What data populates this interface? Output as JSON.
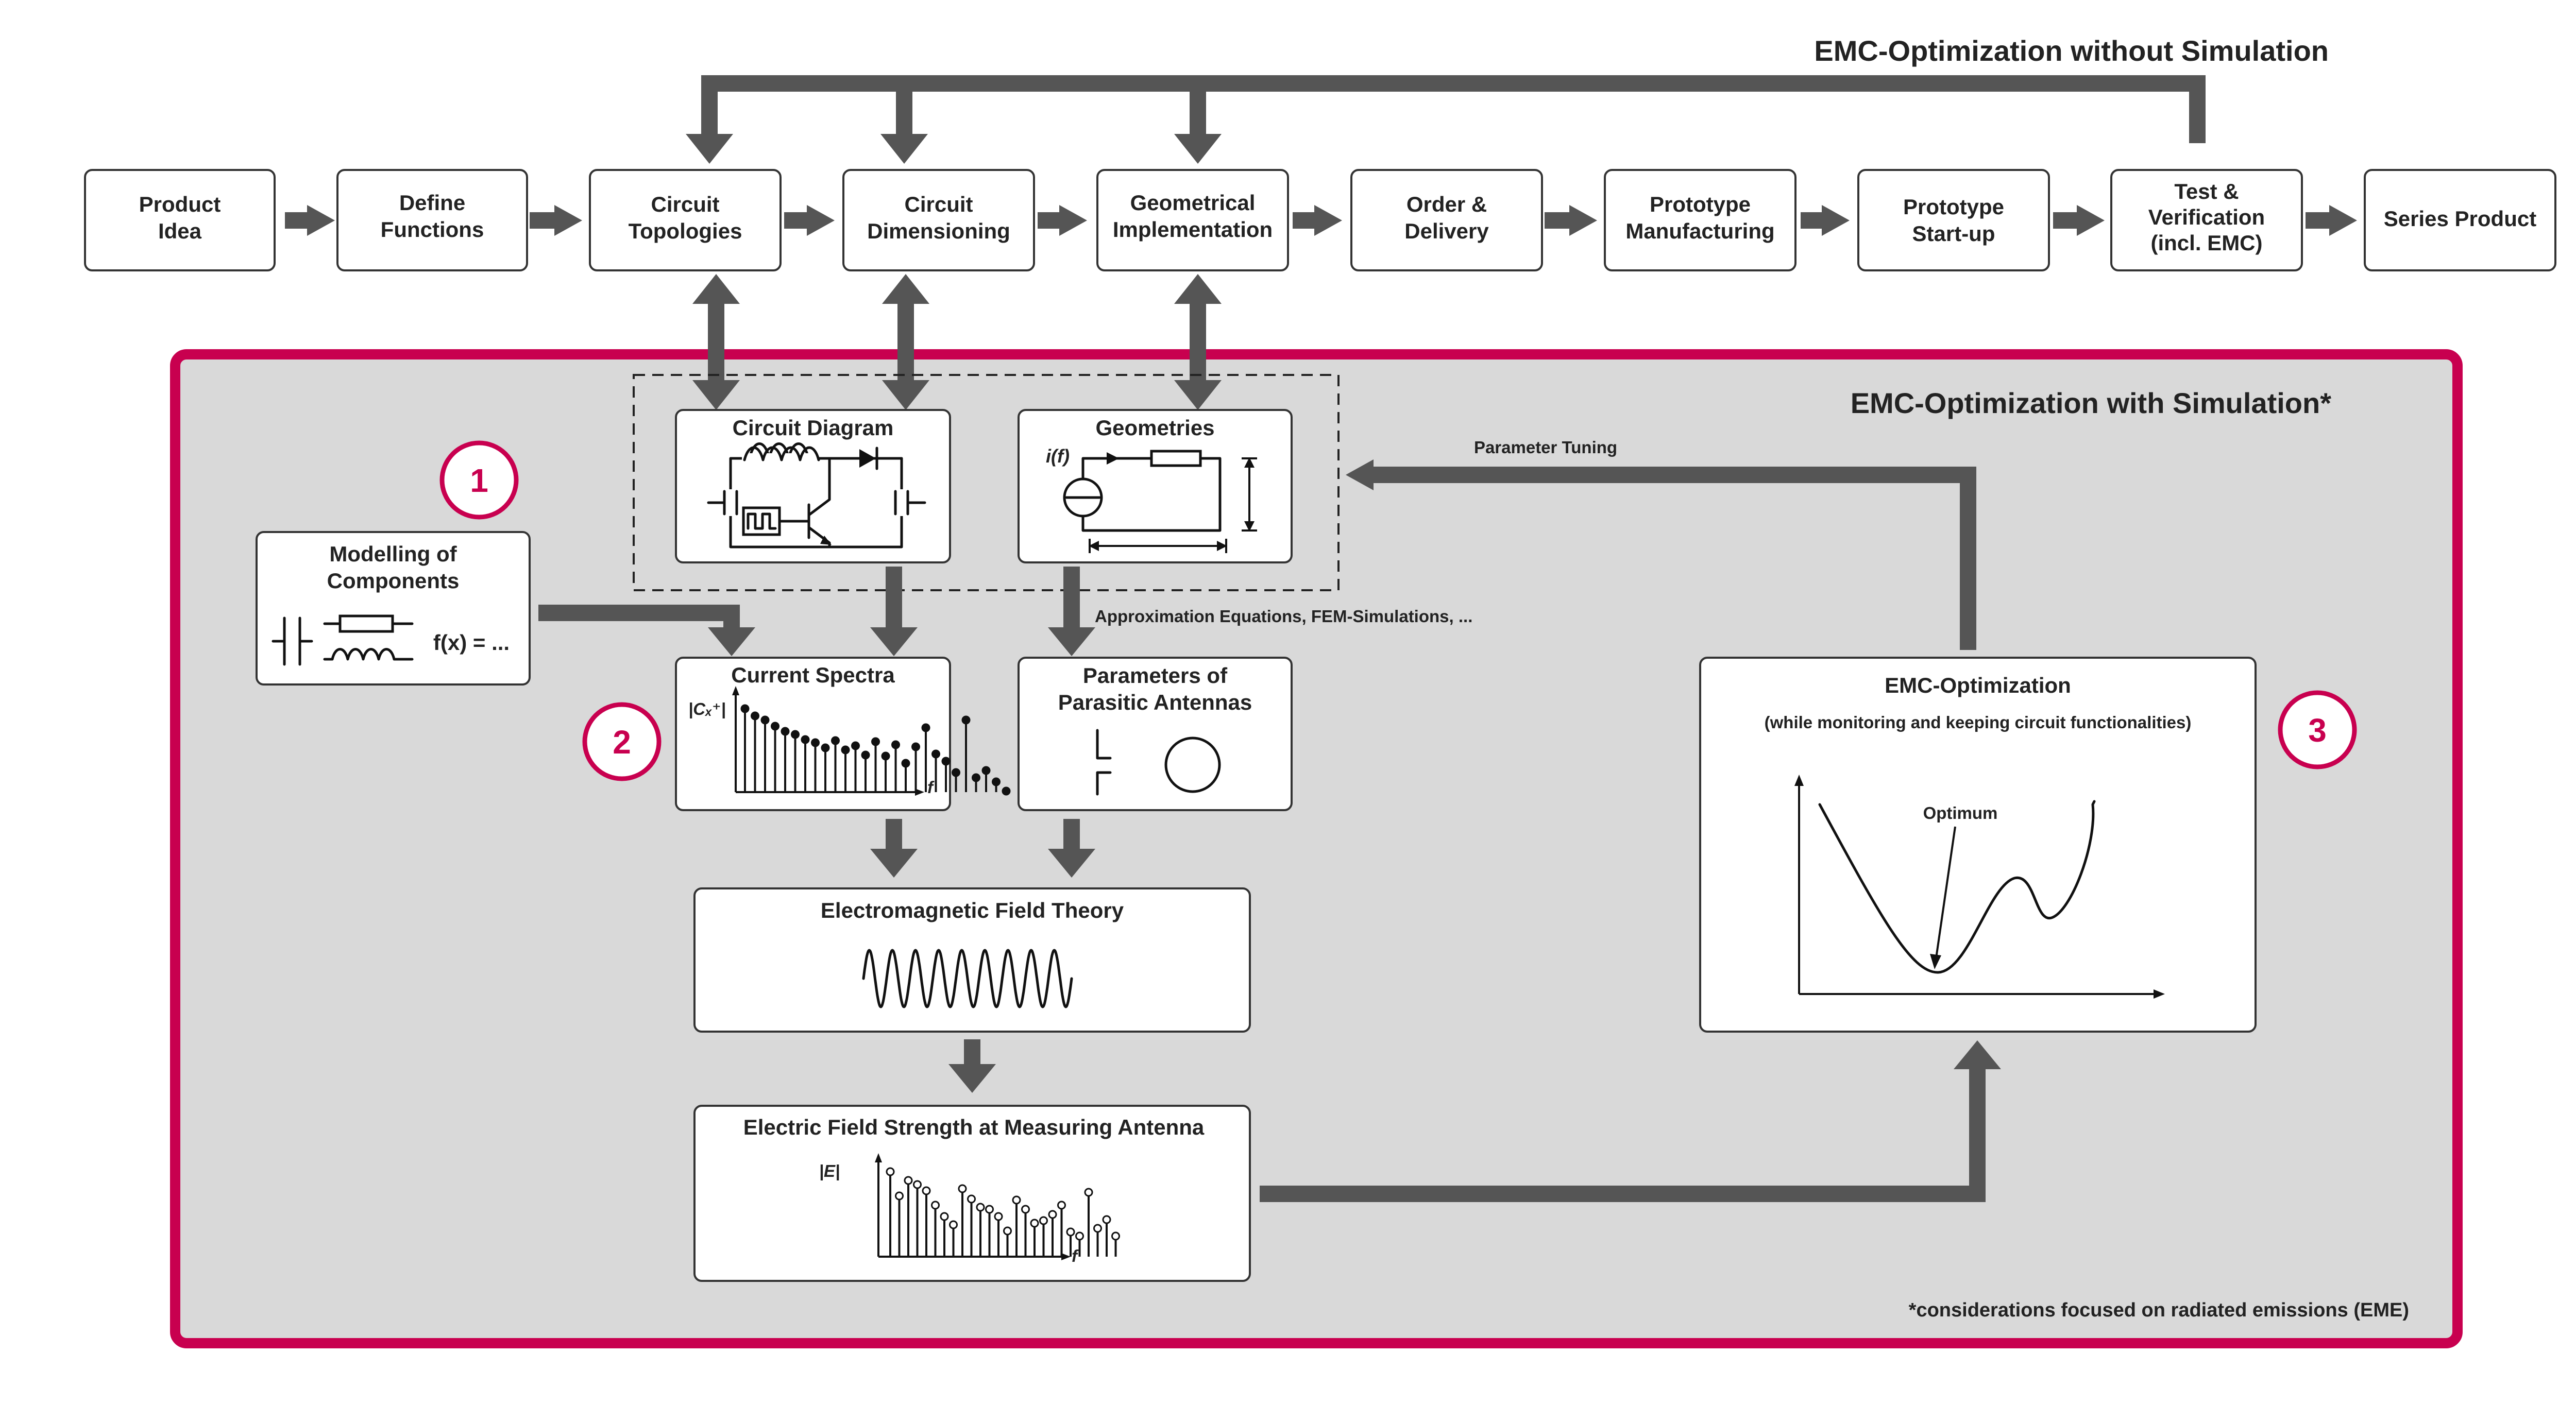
{
  "headers": {
    "without_sim": "EMC-Optimization without Simulation",
    "with_sim": "EMC-Optimization with Simulation*"
  },
  "process_steps": [
    [
      "Product",
      "Idea"
    ],
    [
      "Define",
      "Functions"
    ],
    [
      "Circuit",
      "Topologies"
    ],
    [
      "Circuit",
      "Dimensioning"
    ],
    [
      "Geometrical",
      "Implementation"
    ],
    [
      "Order &",
      "Delivery"
    ],
    [
      "Prototype",
      "Manufacturing"
    ],
    [
      "Prototype",
      "Start-up"
    ],
    [
      "Test &",
      "Verification",
      "(incl. EMC)"
    ],
    [
      "Series Product"
    ]
  ],
  "boxes": {
    "circuit_diagram": "Circuit Diagram",
    "geometries": "Geometries",
    "geometries_source_label": "i(f)",
    "modelling": [
      "Modelling of",
      "Components"
    ],
    "modelling_formula": "f(x) = ...",
    "current_spectra": "Current Spectra",
    "current_spectra_ylabel": "|Cₓ⁺|",
    "current_spectra_xlabel": "f",
    "parasitic_antennas": [
      "Parameters of",
      "Parasitic Antennas"
    ],
    "em_field_theory": "Electromagnetic Field Theory",
    "field_strength": "Electric Field Strength at Measuring Antenna",
    "field_strength_ylabel": "|E|",
    "field_strength_xlabel": "f",
    "emc_optimization": "EMC-Optimization",
    "emc_optimization_sub": "(while monitoring and keeping circuit functionalities)",
    "optimum_label": "Optimum"
  },
  "annotations": {
    "parameter_tuning": "Parameter Tuning",
    "approximation": "Approximation Equations, FEM-Simulations, ...",
    "footnote": "*considerations focused on radiated emissions (EME)"
  },
  "markers": [
    "1",
    "2",
    "3"
  ],
  "colors": {
    "accent": "#c8004f",
    "panel": "#d9d9d9",
    "arrow": "#555555",
    "box_border": "#333333"
  }
}
